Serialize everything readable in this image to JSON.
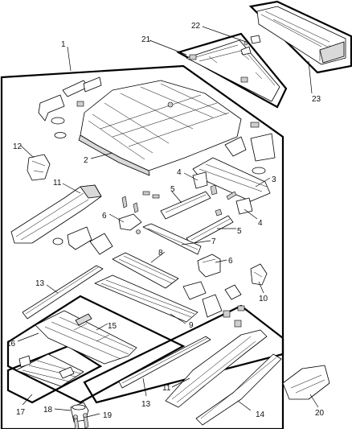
{
  "callouts": [
    {
      "id": "1",
      "label": "1"
    },
    {
      "id": "2",
      "label": "2"
    },
    {
      "id": "3",
      "label": "3"
    },
    {
      "id": "4a",
      "label": "4"
    },
    {
      "id": "4b",
      "label": "4"
    },
    {
      "id": "5a",
      "label": "5"
    },
    {
      "id": "5b",
      "label": "5"
    },
    {
      "id": "6a",
      "label": "6"
    },
    {
      "id": "6b",
      "label": "6"
    },
    {
      "id": "7",
      "label": "7"
    },
    {
      "id": "8",
      "label": "8"
    },
    {
      "id": "9",
      "label": "9"
    },
    {
      "id": "10",
      "label": "10"
    },
    {
      "id": "11a",
      "label": "11"
    },
    {
      "id": "11b",
      "label": "11"
    },
    {
      "id": "12",
      "label": "12"
    },
    {
      "id": "13a",
      "label": "13"
    },
    {
      "id": "13b",
      "label": "13"
    },
    {
      "id": "14",
      "label": "14"
    },
    {
      "id": "15",
      "label": "15"
    },
    {
      "id": "16",
      "label": "16"
    },
    {
      "id": "17",
      "label": "17"
    },
    {
      "id": "18",
      "label": "18"
    },
    {
      "id": "19",
      "label": "19"
    },
    {
      "id": "20",
      "label": "20"
    },
    {
      "id": "21",
      "label": "21"
    },
    {
      "id": "22",
      "label": "22"
    },
    {
      "id": "23",
      "label": "23"
    }
  ]
}
